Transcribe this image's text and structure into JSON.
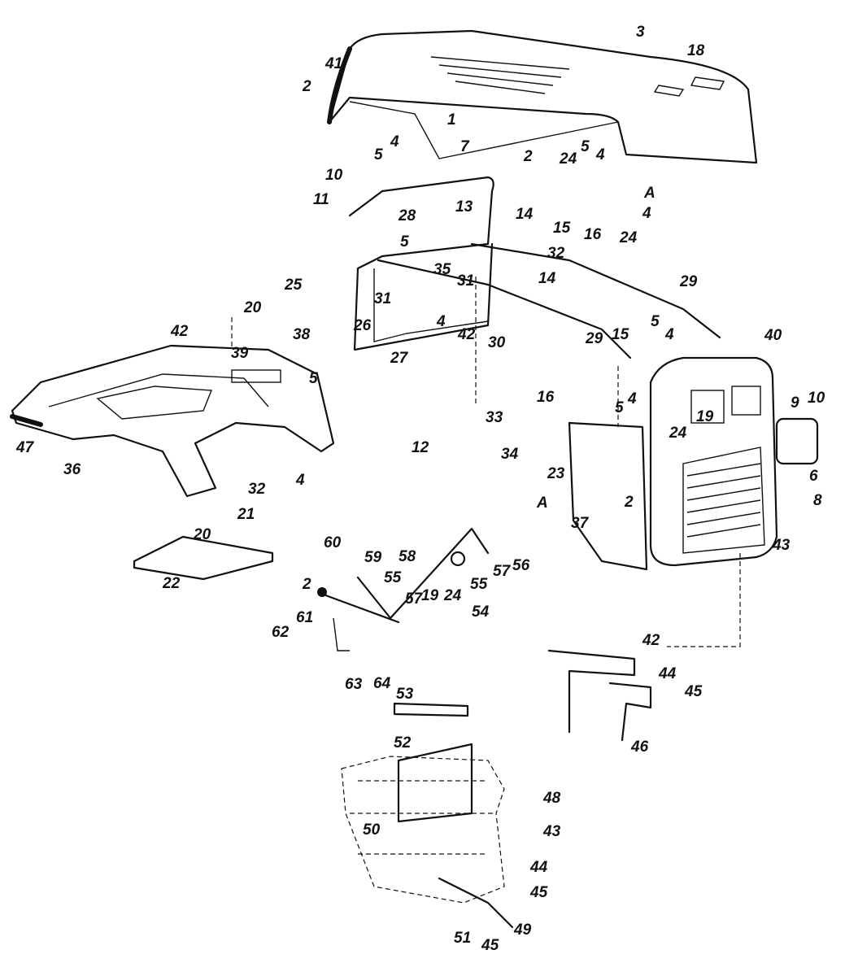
{
  "diagram": {
    "callouts": [
      "3",
      "18",
      "41",
      "2",
      "1",
      "4",
      "5",
      "10",
      "7",
      "2",
      "24",
      "5",
      "4",
      "A",
      "4",
      "24",
      "16",
      "15",
      "11",
      "28",
      "13",
      "14",
      "32",
      "25",
      "5",
      "35",
      "31",
      "14",
      "20",
      "31",
      "26",
      "4",
      "42",
      "30",
      "29",
      "29",
      "42",
      "38",
      "39",
      "15",
      "5",
      "4",
      "40",
      "27",
      "5",
      "16",
      "5",
      "4",
      "9",
      "10",
      "33",
      "24",
      "19",
      "47",
      "36",
      "12",
      "34",
      "23",
      "4",
      "32",
      "A",
      "2",
      "6",
      "8",
      "37",
      "21",
      "20",
      "43",
      "56",
      "57",
      "55",
      "60",
      "59",
      "58",
      "55",
      "57",
      "19",
      "24",
      "54",
      "22",
      "2",
      "61",
      "62",
      "63",
      "64",
      "42",
      "44",
      "45",
      "46",
      "53",
      "52",
      "48",
      "43",
      "50",
      "44",
      "45",
      "49",
      "51",
      "45"
    ]
  }
}
